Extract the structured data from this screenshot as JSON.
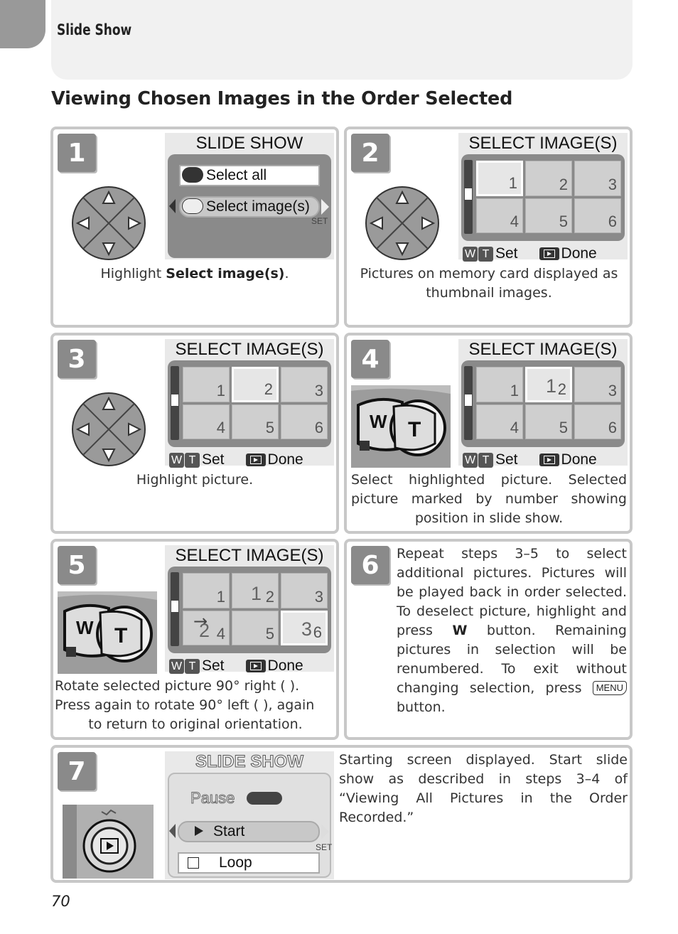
{
  "header": {
    "section": "Slide Show"
  },
  "heading": "Viewing Chosen Images in the Order Selected",
  "common": {
    "select_title": "SELECT IMAGE(S)",
    "set_label": "Set",
    "done_label": "Done",
    "set_tag": "SET",
    "w": "W",
    "t": "T"
  },
  "steps": {
    "s1": {
      "number": "1",
      "screen_title": "SLIDE SHOW",
      "menu": [
        "Select all",
        "Select image(s)"
      ],
      "caption_pre": "Highlight ",
      "caption_bold": "Select image(s)",
      "caption_post": "."
    },
    "s2": {
      "number": "2",
      "thumbs": [
        "1",
        "2",
        "3",
        "4",
        "5",
        "6"
      ],
      "caption": "Pictures on memory card displayed as thumbnail images."
    },
    "s3": {
      "number": "3",
      "thumbs": [
        "1",
        "2",
        "3",
        "4",
        "5",
        "6"
      ],
      "caption": "Highlight picture."
    },
    "s4": {
      "number": "4",
      "thumbs": [
        "1",
        "2",
        "3",
        "4",
        "5",
        "6"
      ],
      "marks": [
        "1"
      ],
      "caption": "Select highlighted picture. Selected picture marked by number showing position in slide show."
    },
    "s5": {
      "number": "5",
      "thumbs": [
        "1",
        "2",
        "3",
        "4",
        "5",
        "6"
      ],
      "marks": [
        "1",
        "2",
        "3"
      ],
      "caption_line1": "Rotate selected picture 90° right ( ).",
      "caption_line2": "Press again to rotate 90° left ( ), again",
      "caption_line3": "to return to original orientation."
    },
    "s6": {
      "number": "6",
      "text_pre": "Repeat steps 3–5 to select additional pictures. Pictures will be played back in order selected. To deselect picture, highlight and press ",
      "text_bold": "W",
      "text_mid": " button. Remaining pictures in selection will be renumbered. To exit without changing selection, press ",
      "menu_key": "MENU",
      "text_post": " button."
    },
    "s7": {
      "number": "7",
      "screen_title": "SLIDE SHOW",
      "pause": "Pause",
      "start": "Start",
      "loop": "Loop",
      "caption": "Starting screen displayed. Start slide show as described in steps 3–4 of “Viewing All Pictures in the Order Recorded.”"
    }
  },
  "page_number": "70"
}
